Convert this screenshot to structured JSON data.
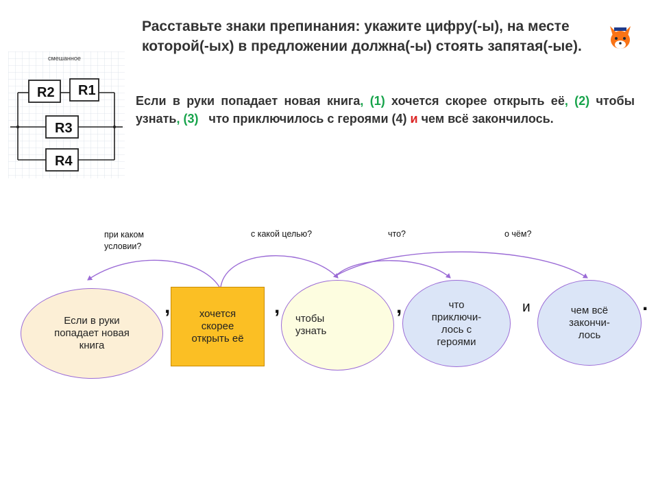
{
  "task": {
    "text": "Расставьте знаки препинания: укажите цифру(-ы), на месте которой(-ых) в предложении должна(-ы) стоять запятая(-ые)."
  },
  "sentence": {
    "p1": "Если в руки попадает новая книга",
    "m1": ", (1)",
    "p2": " хочется скорее открыть её",
    "m2": ", (2)",
    "p3": " чтобы узнать",
    "m3": ", (3)",
    "p4": "   что приключилось с героями (4) ",
    "conj": "и",
    "p5": " чем всё закончилось."
  },
  "circuit": {
    "title": "смешанное",
    "resistors": [
      "R2",
      "R1",
      "R3",
      "R4"
    ]
  },
  "diagram": {
    "questions": [
      "при каком условии?",
      "с какой целью?",
      "что?",
      "о чём?"
    ],
    "nodes": [
      "Если в руки попадает новая книга",
      "хочется скорее открыть её",
      "чтобы узнать",
      "что приключи-лось с героями",
      "чем всё закончи-лось"
    ],
    "separators": [
      ",",
      ",",
      ",",
      "и",
      "."
    ]
  },
  "colors": {
    "ellipse_border": "#9b6bd6",
    "arrow": "#9b6bd6",
    "node1_fill": "#fcefd6",
    "node2_fill": "#fbbf24",
    "node3_fill": "#fdfde0",
    "node45_fill": "#dbe5f7",
    "mark_green": "#16a34a",
    "mark_red": "#dc2626"
  },
  "icons": {
    "fox": "fox-icon"
  }
}
